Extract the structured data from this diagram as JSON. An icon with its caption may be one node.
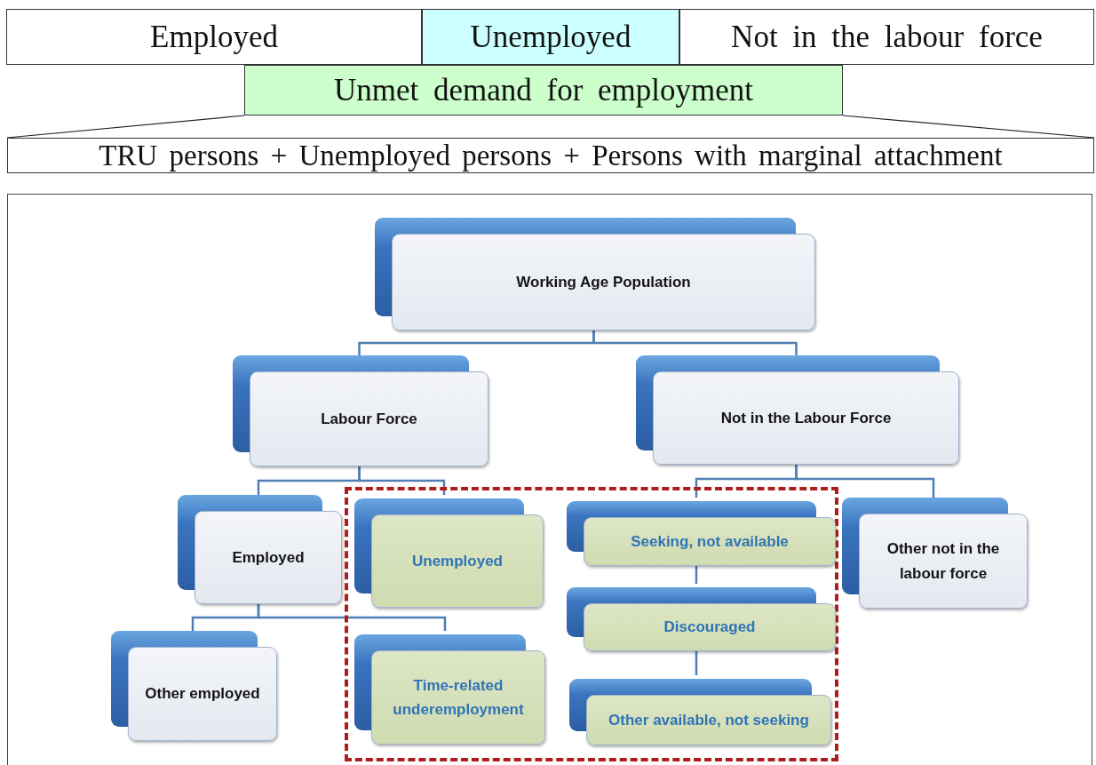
{
  "diagram": {
    "nodes": [
      {
        "text": [
          "Employed"
        ]
      },
      {
        "text": [
          "Unemployed"
        ]
      },
      {
        "text": [
          "Not in the labour force"
        ]
      },
      {
        "text": [
          "Unmet demand for employment"
        ]
      },
      {
        "text": [
          "TRU persons + Unemployed persons + Persons with marginal attachment"
        ]
      },
      {
        "text": [
          "Working Age Population"
        ]
      },
      {
        "text": [
          "Labour Force"
        ]
      },
      {
        "text": [
          "Not in the Labour Force"
        ]
      },
      {
        "text": [
          "Employed"
        ]
      },
      {
        "text": [],
        "shape": "box"
      },
      {
        "text": [
          "Unemployed"
        ],
        "in": 9
      },
      {
        "text": [
          "Seeking, not available"
        ],
        "in": 9
      },
      {
        "text": [
          "Other not in the labour force"
        ]
      },
      {
        "text": [
          "Other employed"
        ]
      },
      {
        "text": [
          "Time-related underemployment"
        ],
        "in": 9
      },
      {
        "text": [
          "Discouraged"
        ],
        "in": 9
      },
      {
        "text": [
          "Other available, not seeking"
        ],
        "in": 9
      }
    ],
    "edges": [
      {
        "from": 3,
        "to": 4,
        "arrow": "none",
        "color": "#222222"
      },
      {
        "from": 3,
        "to": 4,
        "arrow": "none",
        "color": "#222222"
      },
      {
        "from": 5,
        "to": 6,
        "arrow": "none"
      },
      {
        "from": 5,
        "to": 7,
        "arrow": "none"
      },
      {
        "from": 6,
        "to": 8,
        "arrow": "none"
      },
      {
        "from": 6,
        "to": 10,
        "arrow": "none"
      },
      {
        "from": 7,
        "to": 11,
        "arrow": "none"
      },
      {
        "from": 7,
        "to": 12,
        "arrow": "none"
      },
      {
        "from": 8,
        "to": 13,
        "arrow": "none"
      },
      {
        "from": 8,
        "to": 14,
        "arrow": "none"
      },
      {
        "from": 11,
        "to": 15,
        "arrow": "none"
      },
      {
        "from": 15,
        "to": 16,
        "arrow": "none"
      }
    ]
  }
}
